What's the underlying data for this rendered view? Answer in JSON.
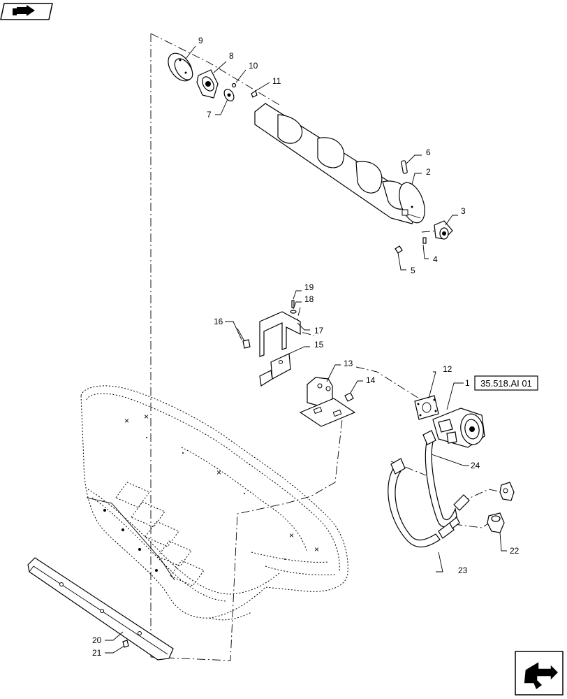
{
  "diagram": {
    "reference_box": "35.518.AI 01",
    "callouts": [
      "1",
      "2",
      "3",
      "4",
      "5",
      "6",
      "7",
      "8",
      "9",
      "10",
      "11",
      "12",
      "13",
      "14",
      "15",
      "16",
      "17",
      "18",
      "19",
      "20",
      "21",
      "22",
      "23",
      "24"
    ]
  },
  "icons": {
    "top_left": "previous-page-arrow-icon",
    "bottom_right": "next-page-arrow-icon"
  }
}
